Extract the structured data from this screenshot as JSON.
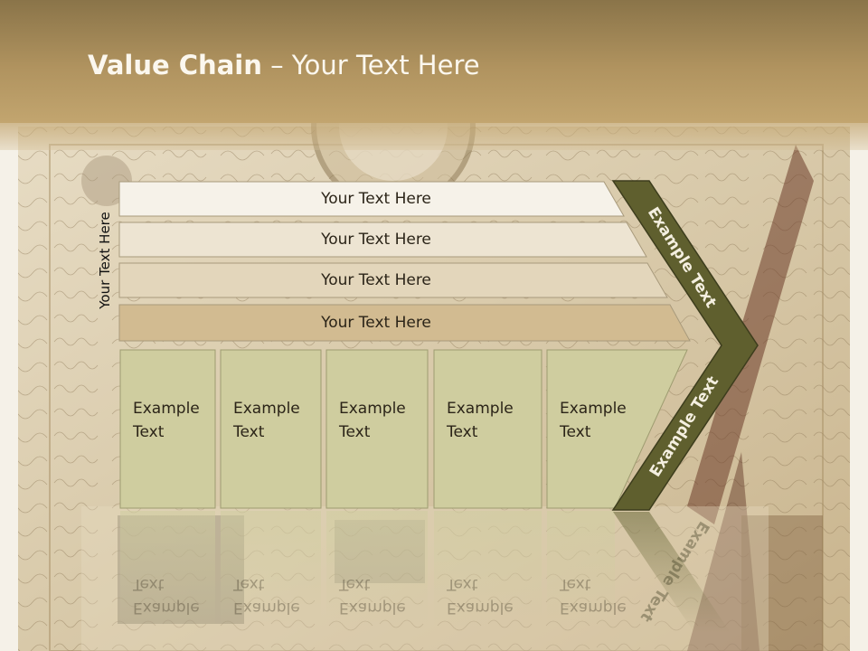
{
  "title": {
    "bold": "Value Chain",
    "rest": " – Your Text Here"
  },
  "side_label": "Your Text Here",
  "bars": [
    {
      "label": "Your Text Here",
      "color": "#f6f2e9"
    },
    {
      "label": "Your Text Here",
      "color": "#ede4d2"
    },
    {
      "label": "Your Text Here",
      "color": "#e3d6bb"
    },
    {
      "label": "Your Text Here",
      "color": "#d2bb91"
    }
  ],
  "boxes": [
    {
      "line1": "Example",
      "line2": "Text"
    },
    {
      "line1": "Example",
      "line2": "Text"
    },
    {
      "line1": "Example",
      "line2": "Text"
    },
    {
      "line1": "Example",
      "line2": "Text"
    },
    {
      "line1": "Example",
      "line2": "Text"
    }
  ],
  "chevron": {
    "top_label": "Example Text",
    "bottom_label": "Example Text",
    "color": "#5f5f2e"
  },
  "colors": {
    "box_fill": "#cfcd9f",
    "box_stroke": "#9e9c70",
    "header": "#b0935f"
  }
}
